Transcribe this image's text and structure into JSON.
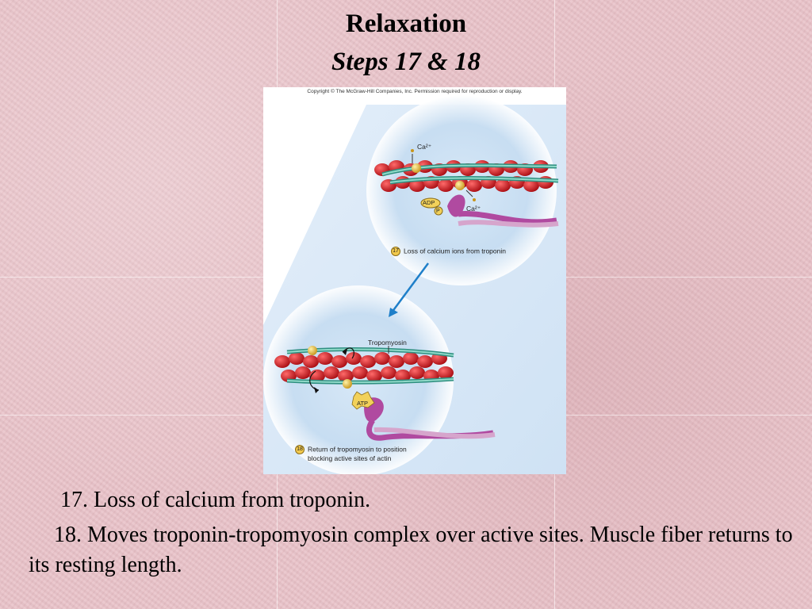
{
  "slide": {
    "title": "Relaxation",
    "subtitle": "Steps 17 & 18",
    "text_17": "17. Loss of calcium from troponin.",
    "text_18": "18. Moves troponin-tropomyosin complex over active sites. Muscle fiber returns to its resting length."
  },
  "figure": {
    "copyright": "Copyright © The McGraw-Hill Companies, Inc. Permission required for reproduction or display.",
    "ca_label_top": "Ca²⁺",
    "ca_label_right": "Ca²⁺",
    "adp_label": "ADP",
    "p_label": "P",
    "step17_num": "17",
    "step17_caption": "Loss of calcium ions from troponin",
    "tropomyosin_label": "Tropomyosin",
    "atp_label": "ATP",
    "step18_num": "18",
    "step18_caption_line1": "Return of tropomyosin to position",
    "step18_caption_line2": "blocking active sites of actin"
  },
  "colors": {
    "background": "#e9c3c9",
    "actin": "#c8141c",
    "tropomyosin": "#5fb3a3",
    "troponin": "#e6b422",
    "myosin": "#b04aa0",
    "arrow": "#1f7fc9"
  }
}
